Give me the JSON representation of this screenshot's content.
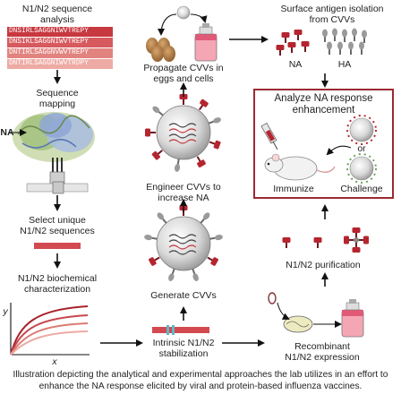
{
  "steps": {
    "seq_analysis": "N1/N2 sequence\nanalysis",
    "seq_mapping": "Sequence\nmapping",
    "na_label": "NA",
    "select_unique": "Select unique\nN1/N2 sequences",
    "biochem": "N1/N2 biochemical\ncharacterization",
    "axis_y": "y",
    "axis_x": "x",
    "stabilization": "Intrinsic N1/N2\nstabilization",
    "generate_cvvs": "Generate CVVs",
    "engineer_cvvs": "Engineer CVVs to\nincrease NA",
    "propagate": "Propagate CVVs in\neggs and cells",
    "surface_isolation": "Surface antigen isolation\nfrom CVVs",
    "na_small": "NA",
    "ha_small": "HA",
    "analyze": "Analyze NA response\nenhancement",
    "or": "or",
    "immunize": "Immunize",
    "challenge": "Challenge",
    "purification": "N1/N2 purification",
    "recombinant": "Recombinant\nN1/N2 expression"
  },
  "sequences": [
    {
      "text": "DNSIRLSAGGNIWVTREPY",
      "color": "#c8383f"
    },
    {
      "text": "DNSIKLSAGGNIWVTREPY",
      "color": "#d65a5e"
    },
    {
      "text": "DNTIRLSAGGNVWVTREPY",
      "color": "#e2837f"
    },
    {
      "text": "DNTIRLSAGGNIWVTRDPY",
      "color": "#eeaaa4"
    }
  ],
  "caption": "Illustration depicting the analytical and experimental approaches the lab utilizes in an effort to enhance the NA response elicited by viral and protein-based influenza vaccines.",
  "colors": {
    "na_red": "#b5252f",
    "ha_gray": "#8a8a8a",
    "box_border": "#9c2a2f",
    "egg": "#b07c45"
  }
}
